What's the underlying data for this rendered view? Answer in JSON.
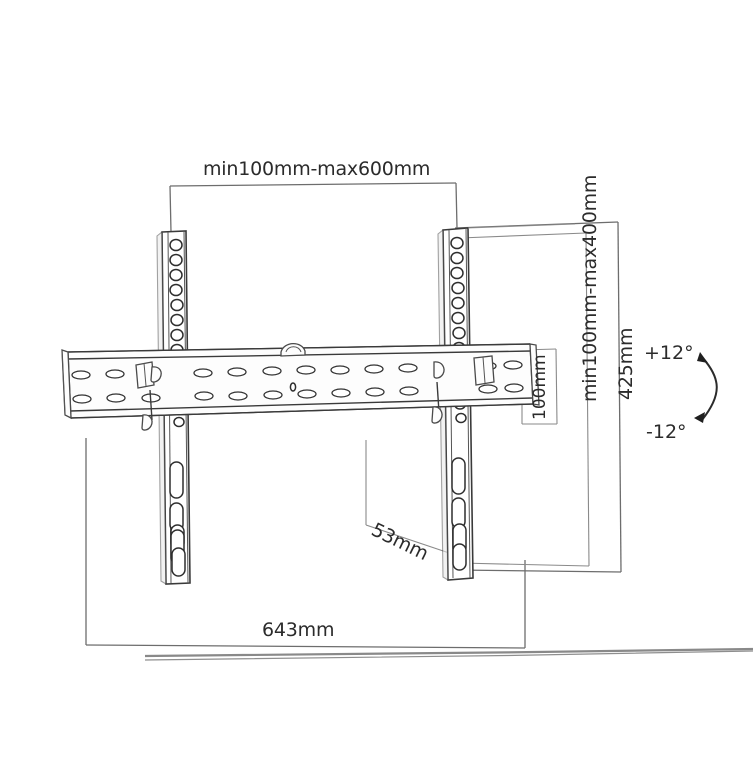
{
  "diagram": {
    "title": "TV Wall Mount Bracket Technical Drawing",
    "type": "technical-dimension-drawing",
    "background_color": "#ffffff",
    "line_color": "#3a3a3a",
    "dimension_line_color": "#6d6d6d",
    "text_color": "#2b2b2b"
  },
  "dimensions": {
    "top_horizontal": {
      "label": "min100mm-max600mm",
      "orientation": "horizontal",
      "position": "top",
      "min_mm": 100,
      "max_mm": 600
    },
    "right_vertical_inner": {
      "label": "min100mm-max400mm",
      "orientation": "vertical",
      "position": "right-inner",
      "min_mm": 100,
      "max_mm": 400
    },
    "right_vertical_outer": {
      "label": "425mm",
      "orientation": "vertical",
      "position": "right-outer",
      "value_mm": 425
    },
    "center_height": {
      "label": "100mm",
      "orientation": "vertical",
      "position": "center-right",
      "value_mm": 100
    },
    "depth": {
      "label": "53mm",
      "orientation": "diagonal",
      "position": "bottom-center",
      "value_mm": 53
    },
    "bottom_width": {
      "label": "643mm",
      "orientation": "horizontal",
      "position": "bottom",
      "value_mm": 643
    }
  },
  "tilt": {
    "up_label": "+12°",
    "down_label": "-12°",
    "range_degrees": 12,
    "indicator": "curved-double-arrow"
  },
  "parts": {
    "left_rail": {
      "name": "left-vertical-rail",
      "round_hole_count": 13,
      "slot_count": 5
    },
    "right_rail": {
      "name": "right-vertical-rail",
      "round_hole_count": 13,
      "slot_count": 5
    },
    "horizontal_bar": {
      "name": "horizontal-wall-plate",
      "slot_rows": 2,
      "slots_per_row": 12
    },
    "center_handle": {
      "name": "center-release-handle"
    }
  }
}
